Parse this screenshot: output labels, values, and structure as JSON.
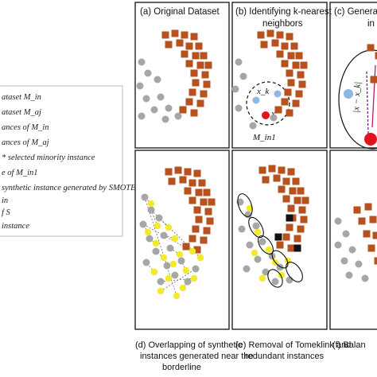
{
  "legend": {
    "lines": [
      "ataset M_in",
      "ataset M_aj",
      "ances of M_in",
      "ances of M_aj",
      "* selected minority instance",
      "e of M_in1",
      "synthetic instance generated by SMOTE",
      "in",
      "f S",
      "instance"
    ]
  },
  "panels": {
    "a": {
      "title": "(a) Original Dataset"
    },
    "b": {
      "title_line1": "(b) Identifying k-nearest",
      "title_line2": "neighbors",
      "label_xk": "x_k",
      "label_x": "x",
      "label_min1": "M_in1"
    },
    "c": {
      "title_line1": "(c) Generat",
      "title_line2": "in",
      "label_diff": "|x − x_k|",
      "label_xt": "x"
    },
    "d": {
      "caption_line1": "(d) Overlapping of synthetic",
      "caption_line2": "instances generated near the",
      "caption_line3": "borderline"
    },
    "e": {
      "caption_line1": "(e) Removal of Tomeklink and",
      "caption_line2": "redundant instances"
    },
    "f": {
      "caption_line1": "(f)  Balan"
    }
  },
  "colors": {
    "majority": "#b7521f",
    "minority": "#a6a6a6",
    "synthetic": "#f2ea2a",
    "selected": "#e0141c",
    "neighbor": "#8fb7e6",
    "tomek": "#111111",
    "frame": "#222222"
  }
}
